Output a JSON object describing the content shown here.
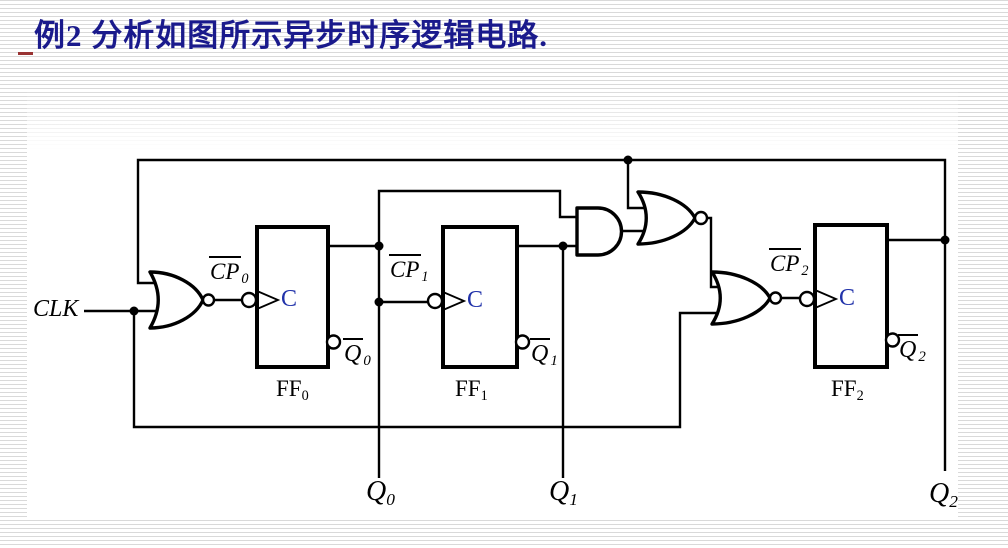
{
  "slide": {
    "title": "例2 分析如图所示异步时序逻辑电路.",
    "title_color": "#1a1a8c",
    "stripe_color": "#d9d9d9",
    "accent_dash_color": "#993333"
  },
  "circuit": {
    "clk_label": "CLK",
    "line_color": "#000000",
    "c_label_color": "#2233aa",
    "clock_inputs": [
      {
        "base": "CP",
        "sub": "0",
        "overline": true
      },
      {
        "base": "CP",
        "sub": "1",
        "overline": true
      },
      {
        "base": "CP",
        "sub": "2",
        "overline": true
      }
    ],
    "flipflops": [
      {
        "label_base": "FF",
        "label_sub": "0",
        "clock_letter": "C",
        "qbar": {
          "base": "Q",
          "sub": "0",
          "overline": true
        }
      },
      {
        "label_base": "FF",
        "label_sub": "1",
        "clock_letter": "C",
        "qbar": {
          "base": "Q",
          "sub": "1",
          "overline": true
        }
      },
      {
        "label_base": "FF",
        "label_sub": "2",
        "clock_letter": "C",
        "qbar": {
          "base": "Q",
          "sub": "2",
          "overline": true
        }
      }
    ],
    "outputs": [
      {
        "base": "Q",
        "sub": "0"
      },
      {
        "base": "Q",
        "sub": "1"
      },
      {
        "base": "Q",
        "sub": "2"
      }
    ],
    "gates": [
      {
        "id": "nor-gate-clk",
        "type": "NOR"
      },
      {
        "id": "and-gate",
        "type": "AND"
      },
      {
        "id": "nor-gate-mid",
        "type": "NOR"
      },
      {
        "id": "nor-gate-ff2",
        "type": "NOR"
      }
    ]
  }
}
